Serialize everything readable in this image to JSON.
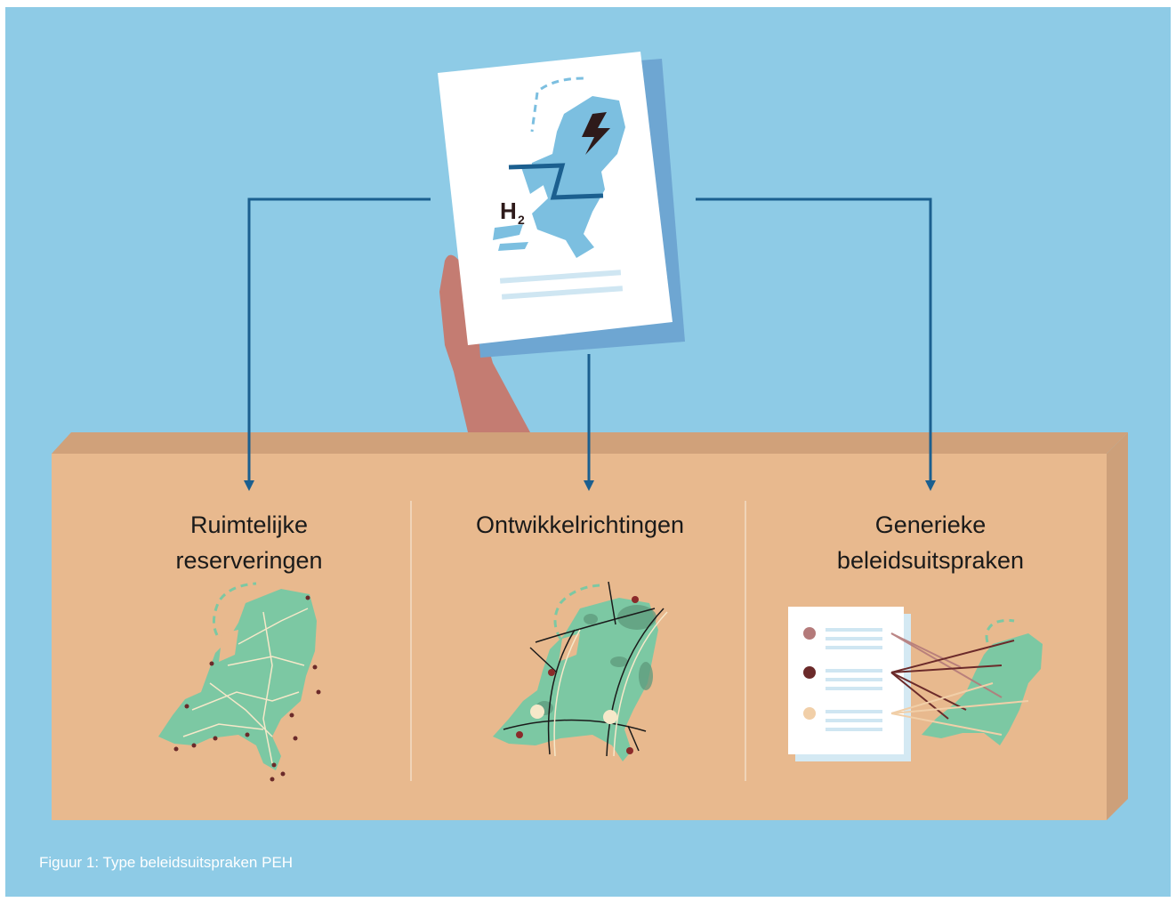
{
  "document_logo": {
    "text": "H",
    "subscript": "2"
  },
  "columns": [
    {
      "title_line1": "Ruimtelijke",
      "title_line2": "reserveringen"
    },
    {
      "title_line1": "Ontwikkelrichtingen",
      "title_line2": ""
    },
    {
      "title_line1": "Generieke",
      "title_line2": "beleidsuitspraken"
    }
  ],
  "caption": "Figuur 1: Type beleidsuitspraken PEH",
  "colors": {
    "background": "#8ecbe6",
    "box_front": "#e8b98e",
    "box_top": "#cfa07a",
    "arrow": "#1b5f8f",
    "map_green": "#7cc8a3",
    "map_blue": "#7cbfe0",
    "accent_dark": "#6b2a2a"
  }
}
